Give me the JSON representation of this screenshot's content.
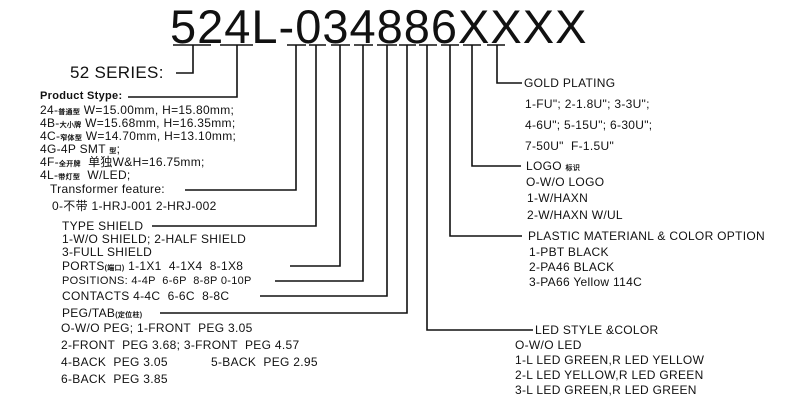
{
  "part_number": "524L-034886XXXX",
  "series": "52 SERIES:",
  "product_type": {
    "label": "Product Stype:",
    "items": [
      {
        "code": "24-",
        "cn": "普通型",
        "text": " W=15.00mm, H=15.80mm;"
      },
      {
        "code": "4B-",
        "cn": "大小牌",
        "text": " W=15.68mm, H=16.35mm;"
      },
      {
        "code": "4C-",
        "cn": "窄体型",
        "text": " W=14.70mm, H=13.10mm;"
      },
      {
        "code": "4G-4P SMT ",
        "cn": "型",
        "text": ";"
      },
      {
        "code": "4F-",
        "cn": "全开牌",
        "text": "  单独W&H=16.75mm;"
      },
      {
        "code": "4L-",
        "cn": "带灯型",
        "text": "  W/LED;"
      }
    ]
  },
  "transformer": {
    "label": "Transformer feature:",
    "options": "0-不带 1-HRJ-001 2-HRJ-002"
  },
  "shield": {
    "label": "TYPE SHIELD",
    "line1": "1-W/O SHIELD; 2-HALF SHIELD",
    "line2": "3-FULL SHIELD"
  },
  "ports": {
    "label": "PORTS",
    "cn": "(端口)",
    "options": " 1-1X1  4-1X4  8-1X8"
  },
  "positions": {
    "label": "POSITIONS:",
    "options": "4-4P  6-6P  8-8P 0-10P"
  },
  "contacts": {
    "label": "CONTACTS",
    "options": " 4-4C  6-6C  8-8C"
  },
  "peg": {
    "label": "PEG/TAB",
    "cn": "(定位柱)",
    "lines": [
      "O-W/O PEG; 1-FRONT  PEG 3.05",
      "2-FRONT  PEG 3.68; 3-FRONT  PEG 4.57",
      "4-BACK  PEG 3.05",
      "5-BACK  PEG 2.95",
      "6-BACK  PEG 3.85"
    ]
  },
  "gold": {
    "label": "GOLD PLATING",
    "lines": [
      "1-FU\"; 2-1.8U\"; 3-3U\";",
      "4-6U\"; 5-15U\"; 6-30U\";",
      "7-50U\"  F-1.5U\""
    ]
  },
  "logo": {
    "label": "LOGO",
    "cn": "标识",
    "lines": [
      "O-W/O LOGO",
      "1-W/HAXN",
      "2-W/HAXN W/UL"
    ]
  },
  "plastic": {
    "label": "PLASTIC MATERIANL & COLOR OPTION",
    "lines": [
      "1-PBT BLACK",
      "2-PA46 BLACK",
      "3-PA66 Yellow 114C"
    ]
  },
  "led": {
    "label": "LED STYLE &COLOR",
    "lines": [
      "O-W/O LED",
      "1-L LED GREEN,R LED YELLOW",
      "2-L LED YELLOW,R LED GREEN",
      "3-L LED GREEN,R LED GREEN"
    ]
  }
}
